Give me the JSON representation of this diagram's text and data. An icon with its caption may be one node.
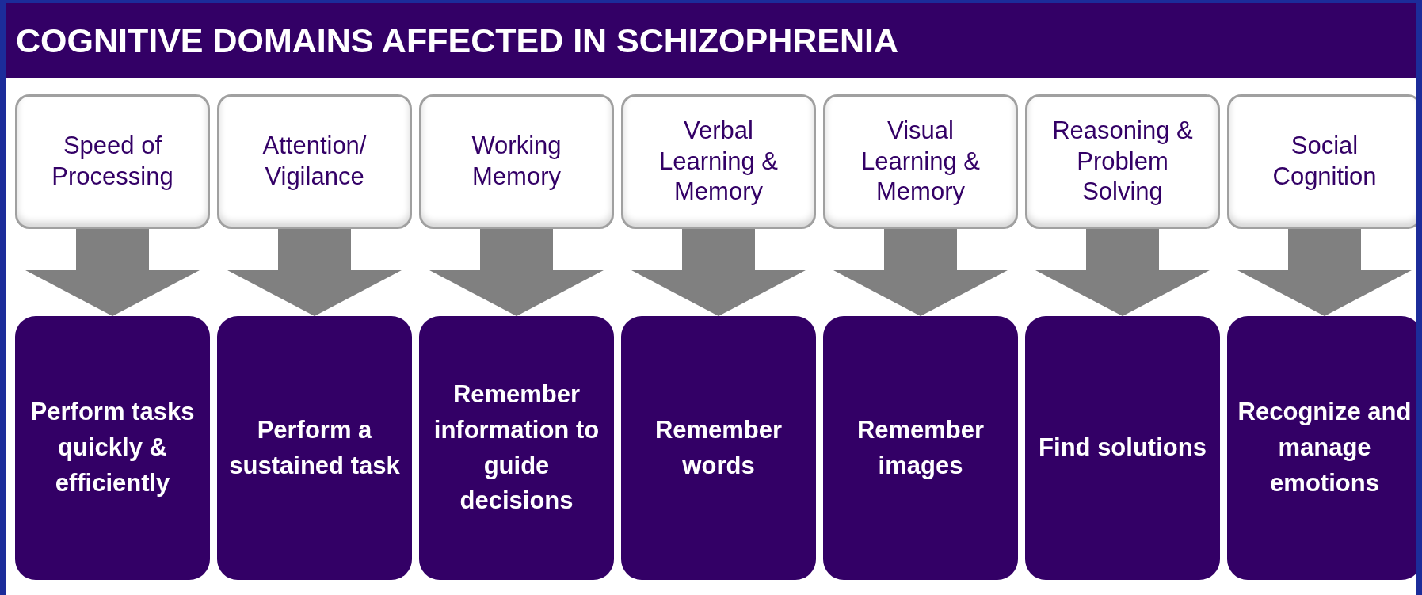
{
  "diagram": {
    "title": "COGNITIVE DOMAINS AFFECTED IN SCHIZOPHRENIA",
    "nodes": [
      {
        "text": [
          "Speed of Processing"
        ]
      },
      {
        "text": [
          "Attention/ Vigilance"
        ]
      },
      {
        "text": [
          "Working Memory"
        ]
      },
      {
        "text": [
          "Verbal Learning & Memory"
        ]
      },
      {
        "text": [
          "Visual Learning & Memory"
        ]
      },
      {
        "text": [
          "Reasoning & Problem Solving"
        ]
      },
      {
        "text": [
          "Social Cognition"
        ]
      },
      {
        "text": [
          "Perform tasks quickly & efficiently"
        ]
      },
      {
        "text": [
          "Perform a sustained task"
        ]
      },
      {
        "text": [
          "Remember information to guide decisions"
        ]
      },
      {
        "text": [
          "Remember words"
        ]
      },
      {
        "text": [
          "Remember images"
        ]
      },
      {
        "text": [
          "Find solutions"
        ]
      },
      {
        "text": [
          "Recognize and manage emotions"
        ]
      }
    ],
    "edges": [
      {
        "from": 0,
        "to": 7,
        "arrow": "to"
      },
      {
        "from": 1,
        "to": 8,
        "arrow": "to"
      },
      {
        "from": 2,
        "to": 9,
        "arrow": "to"
      },
      {
        "from": 3,
        "to": 10,
        "arrow": "to"
      },
      {
        "from": 4,
        "to": 11,
        "arrow": "to"
      },
      {
        "from": 5,
        "to": 12,
        "arrow": "to"
      },
      {
        "from": 6,
        "to": 13,
        "arrow": "to"
      }
    ]
  }
}
